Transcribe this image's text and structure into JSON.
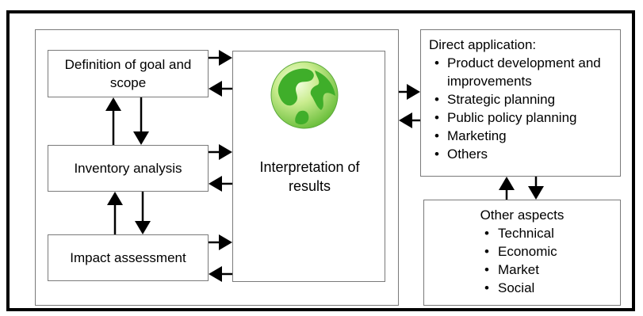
{
  "lca_phases": {
    "goal_scope": "Definition of goal and scope",
    "inventory": "Inventory analysis",
    "impact": "Impact assessment"
  },
  "interpretation": {
    "label": "Interpretation of results",
    "icon": "globe-icon"
  },
  "direct_application": {
    "title": "Direct application:",
    "items": [
      "Product development and improvements",
      "Strategic planning",
      "Public policy planning",
      "Marketing",
      "Others"
    ]
  },
  "other_aspects": {
    "title": "Other aspects",
    "items": [
      "Technical",
      "Economic",
      "Market",
      "Social"
    ]
  },
  "colors": {
    "globe_green": "#3fae2a",
    "globe_light": "#c9ec8e",
    "box_border": "#7a7a7a"
  }
}
